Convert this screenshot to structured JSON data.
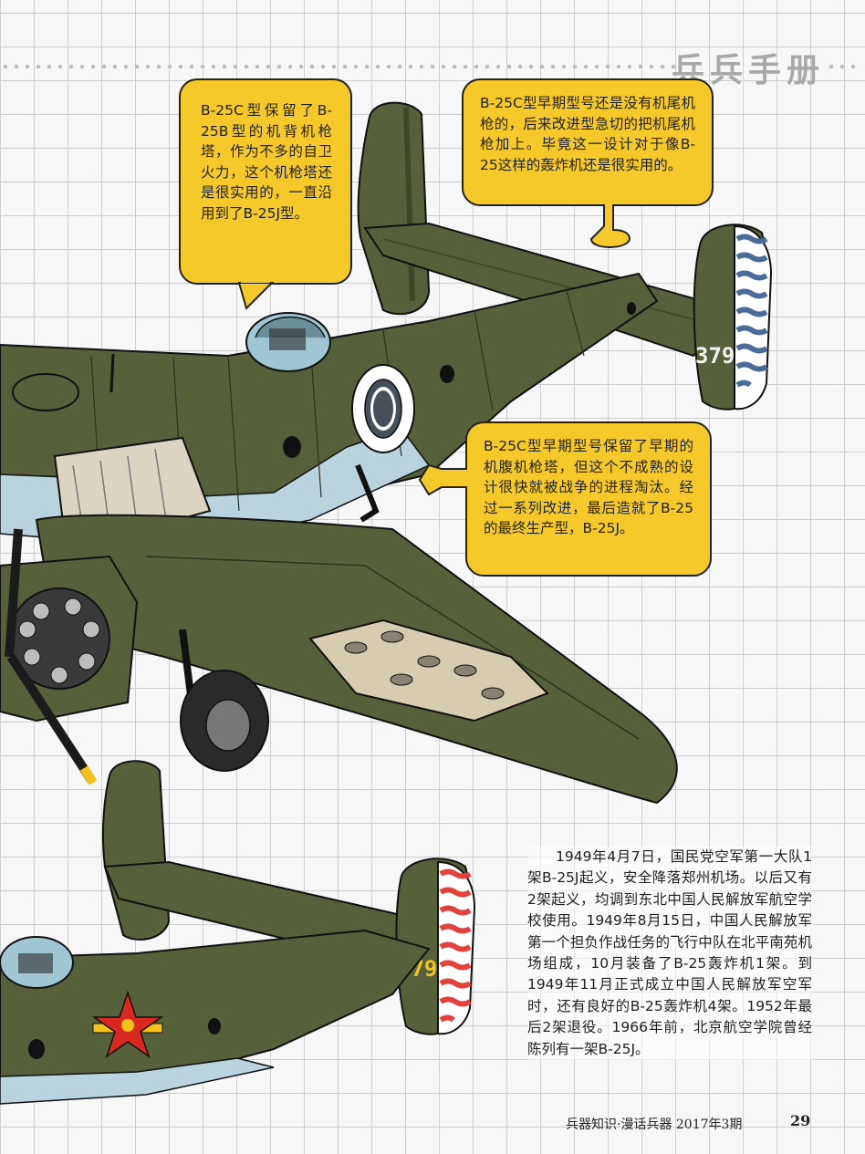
{
  "header": {
    "title": "兵兵手册"
  },
  "callouts": {
    "turret_top": "B-25C型保留了B-25B型的机背机枪塔，作为不多的自卫火力，这个机枪塔还是很实用的，一直沿用到了B-25J型。",
    "tail_gun": "B-25C型早期型号还是没有机尾机枪的，后来改进型急切的把机尾机枪加上。毕竟这一设计对于像B-25这样的轰炸机还是很实用的。",
    "belly_turret": "B-25C型早期型号保留了早期的机腹机枪塔，但这个不成熟的设计很快就被战争的进程淘汰。经过一系列改进，最后造就了B-25的最终生产型，B-25J。"
  },
  "illustration": {
    "tail_number_upper": "379",
    "tail_number_lower": "379",
    "colors": {
      "olive_drab": "#56603a",
      "olive_dark": "#3f4729",
      "belly_blue": "#b9d3df",
      "stripe_blue": "#4b6b9a",
      "stripe_red": "#e2423b",
      "callout_yellow": "#f6c92b",
      "star_red": "#d8281f",
      "star_yellow": "#f3c21b"
    },
    "icons": [
      "roc-roundel-icon",
      "pla-star-icon"
    ]
  },
  "body_text": "1949年4月7日，国民党空军第一大队1架B-25J起义，安全降落郑州机场。以后又有2架起义，均调到东北中国人民解放军航空学校使用。1949年8月15日，中国人民解放军第一个担负作战任务的飞行中队在北平南苑机场组成，10月装备了B-25轰炸机1架。到1949年11月正式成立中国人民解放军空军时，还有良好的B-25轰炸机4架。1952年最后2架退役。1966年前，北京航空学院曾经陈列有一架B-25J。",
  "footer": {
    "publication": "兵器知识·漫话兵器 2017年3期",
    "page_number": "29"
  }
}
